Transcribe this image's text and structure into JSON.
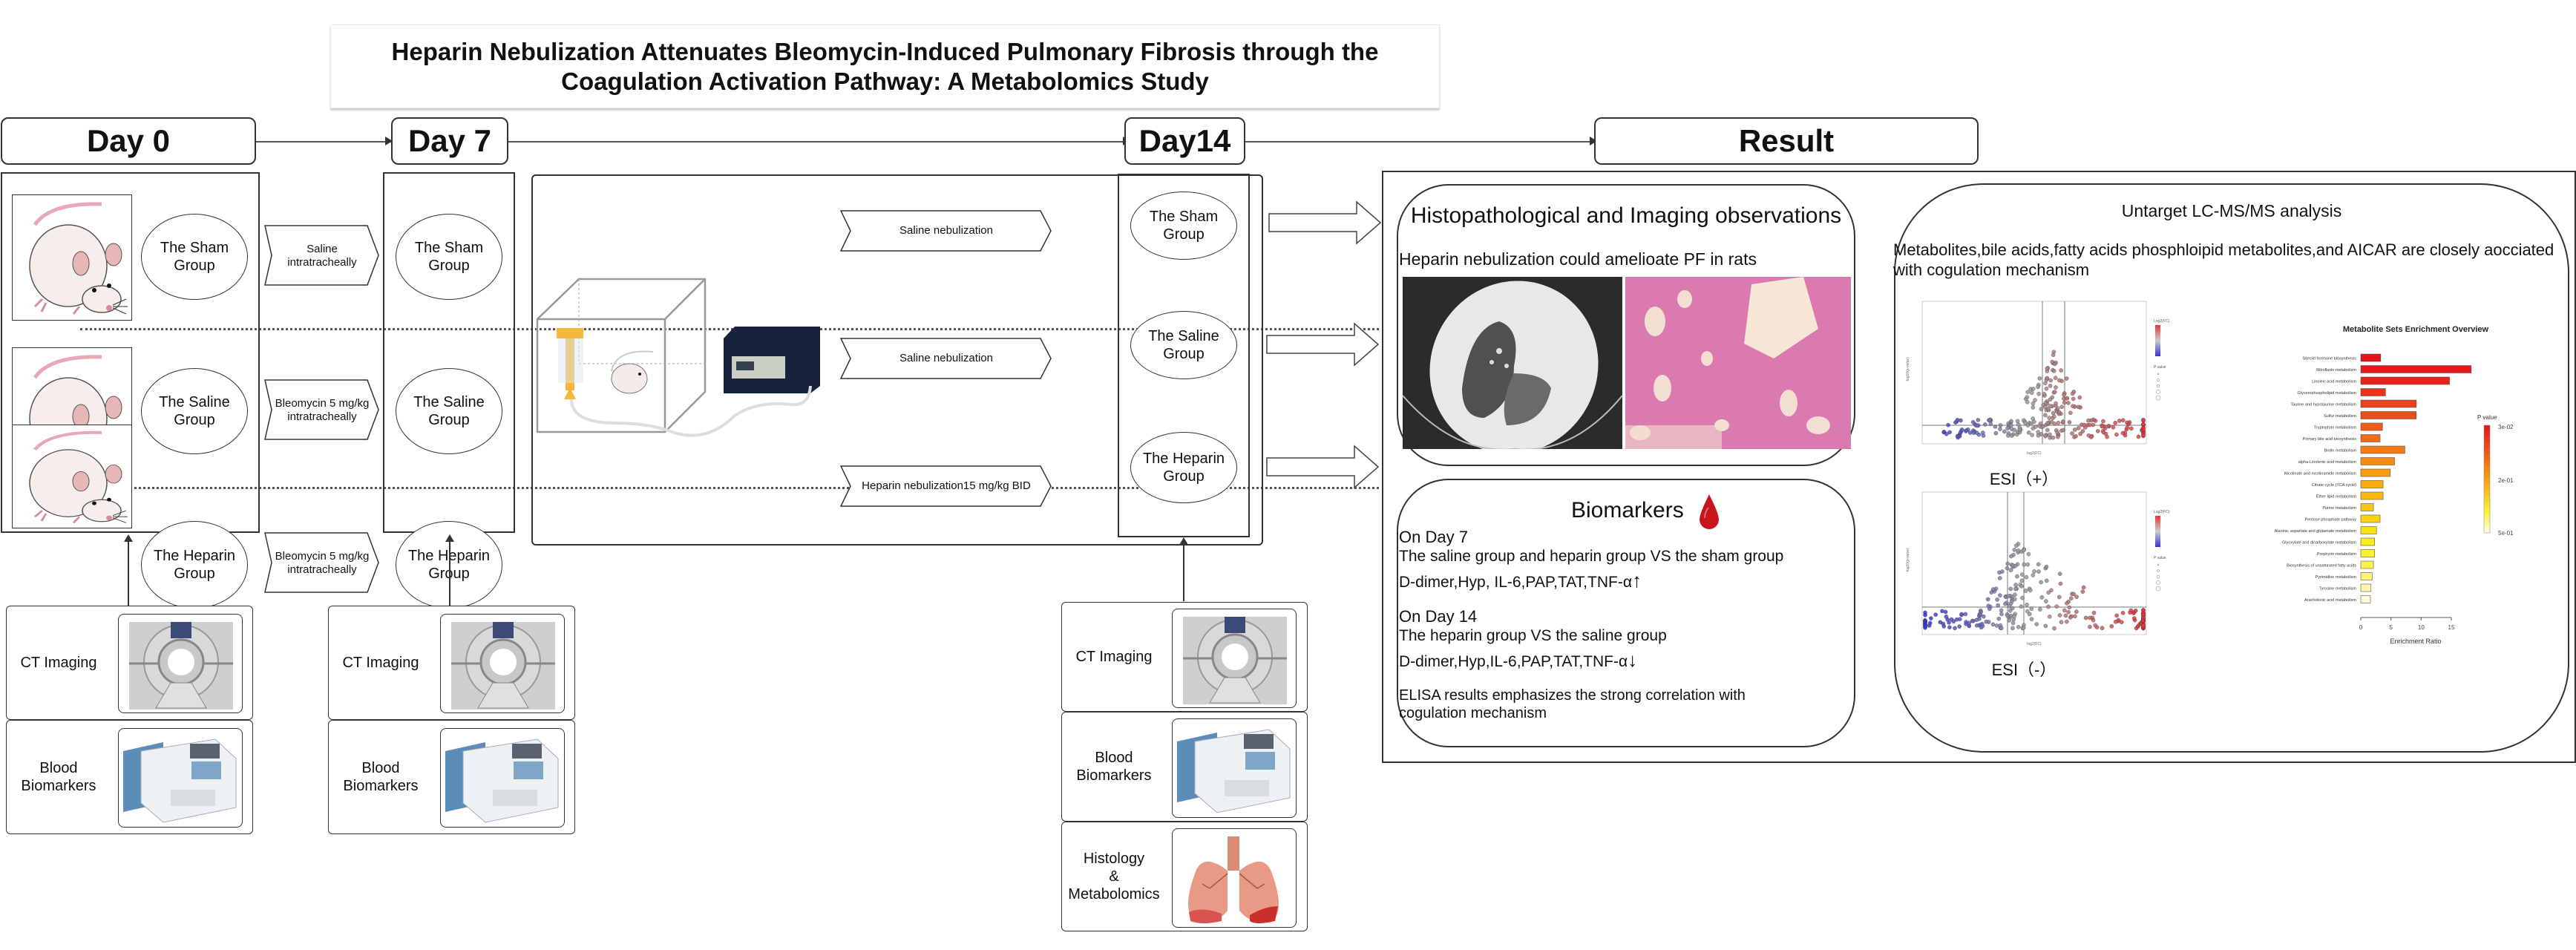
{
  "title": "Heparin Nebulization Attenuates Bleomycin-Induced Pulmonary Fibrosis through the Coagulation Activation Pathway: A Metabolomics Study",
  "title_lines": [
    "Heparin Nebulization Attenuates Bleomycin-Induced Pulmonary Fibrosis through the",
    "Coagulation Activation Pathway: A Metabolomics Study"
  ],
  "timeline": {
    "day0": "Day 0",
    "day7": "Day 7",
    "day14": "Day14",
    "result": "Result"
  },
  "groups": {
    "sham": [
      "The Sham",
      "Group"
    ],
    "saline": [
      "The Saline",
      "Group"
    ],
    "heparin": [
      "The Heparin",
      "Group"
    ]
  },
  "day0_treatments": [
    [
      "Saline",
      "intratracheally"
    ],
    [
      "Bleomycin 5 mg/kg",
      "intratracheally"
    ],
    [
      "Bleomycin 5 mg/kg",
      "intratracheally"
    ]
  ],
  "nebulization_treatments": [
    "Saline nebulization",
    "Saline nebulization",
    "Heparin nebulization15 mg/kg BID"
  ],
  "assessments": {
    "ct": "CT Imaging",
    "blood": [
      "Blood",
      "Biomarkers"
    ],
    "histology": [
      "Histology",
      "&",
      "Metabolomics"
    ]
  },
  "results": {
    "histo": {
      "title": "Histopathological and Imaging observations",
      "subtitle": "Heparin nebulization could amelioate PF in rats"
    },
    "biomarkers": {
      "title": "Biomarkers",
      "day7_heading": "On Day 7",
      "day7_comparison": "The saline group and heparin group VS the sham group",
      "day7_markers": "D-dimer,Hyp, IL-6,PAP,TAT,TNF-α",
      "day7_direction": "↑",
      "day14_heading": "On Day 14",
      "day14_comparison": "The heparin group VS the saline group",
      "day14_markers": "D-dimer,Hyp,IL-6,PAP,TAT,TNF-α",
      "day14_direction": "↓",
      "conclusion": [
        " ELISA results emphasizes the strong correlation with",
        "cogulation mechanism"
      ]
    },
    "lcms": {
      "title": "Untarget LC-MS/MS analysis",
      "description": [
        "Metabolites,bile acids,fatty acids phosphloipid metabolites,and AICAR are closely aocciated",
        "with cogulation mechanism"
      ],
      "esi_pos": "ESI（+）",
      "esi_neg": "ESI（-）",
      "volcano_legend_color": "Log2(FC)",
      "volcano_legend_size": "P value",
      "volcano_xlabel": "log2(FC)",
      "volcano_ylabel": "-log10(p-value)"
    }
  },
  "colors": {
    "high_fc": "#e8333a",
    "low_fc": "#3030e0",
    "neutral": "#9a9a9a",
    "blood_drop": "#c8161d"
  },
  "chart_data": {
    "type": "bar",
    "orientation": "horizontal",
    "title": "Metabolite Sets Enrichment Overview",
    "xlabel": "Enrichment Ratio",
    "ylabel": "",
    "xlim": [
      0,
      15
    ],
    "xticks": [
      "0",
      "5",
      "10",
      "15"
    ],
    "categories": [
      "Steroid hormone biosynthesis",
      "Riboflavin metabolism",
      "Linoleic acid metabolism",
      "Glycerophospholipid metabolism",
      "Taurine and hypotaurine metabolism",
      "Sulfur metabolism",
      "Tryptophan metabolism",
      "Primary bile acid biosynthesis",
      "Biotin metabolism",
      "alpha-Linolenic acid metabolism",
      "Nicotinate and nicotinamide metabolism",
      "Citrate cycle (TCA cycle)",
      "Ether lipid metabolism",
      "Purine metabolism",
      "Pentose phosphate pathway",
      "Alanine, aspartate and glutamate metabolism",
      "Glyoxylate and dicarboxylate metabolism",
      "Porphyrin metabolism",
      "Biosynthesis of unsaturated fatty acids",
      "Pyrimidine metabolism",
      "Tyrosine metabolism",
      "Arachidonic acid metabolism"
    ],
    "values": [
      3.3,
      18.3,
      14.7,
      4.1,
      9.2,
      9.2,
      3.6,
      3.2,
      7.3,
      5.6,
      4.9,
      3.7,
      3.7,
      2.1,
      3.2,
      2.6,
      2.3,
      2.3,
      2.1,
      1.9,
      1.7,
      1.6
    ],
    "bar_colors": [
      "#e3121b",
      "#e5191c",
      "#e6221c",
      "#e8361d",
      "#ea431c",
      "#ec4d1a",
      "#ef5a18",
      "#f16a16",
      "#f47c14",
      "#f68c12",
      "#f89c11",
      "#f9ab10",
      "#fab80f",
      "#fbc40f",
      "#fcd20f",
      "#fde012",
      "#fdeb1c",
      "#fdf02e",
      "#fdf24c",
      "#fef476",
      "#fef7a8",
      "#fffbdc"
    ],
    "legend": {
      "title": "P value",
      "labels": [
        "3e-02",
        "2e-01",
        "5e-01"
      ],
      "placement": "right"
    },
    "grid": false
  }
}
